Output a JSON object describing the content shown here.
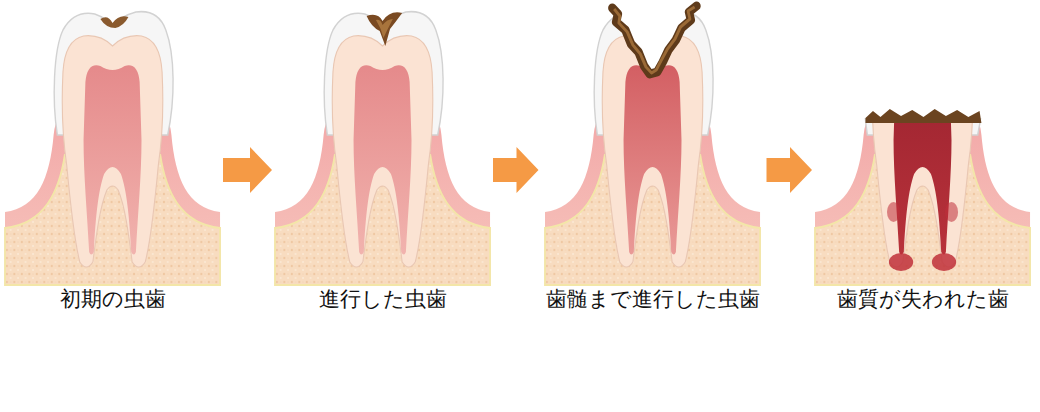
{
  "diagram": {
    "nodes": [
      {
        "text": [
          "初期の虫歯"
        ]
      },
      {
        "text": [
          "進行した虫歯"
        ]
      },
      {
        "text": [
          "歯髄まで進行した虫歯"
        ]
      },
      {
        "text": [
          "歯質が失われた歯"
        ]
      }
    ],
    "edges": [
      {
        "from": 0,
        "to": 1,
        "arrow": "to"
      },
      {
        "from": 1,
        "to": 2,
        "arrow": "to"
      },
      {
        "from": 2,
        "to": 3,
        "arrow": "to"
      }
    ]
  }
}
